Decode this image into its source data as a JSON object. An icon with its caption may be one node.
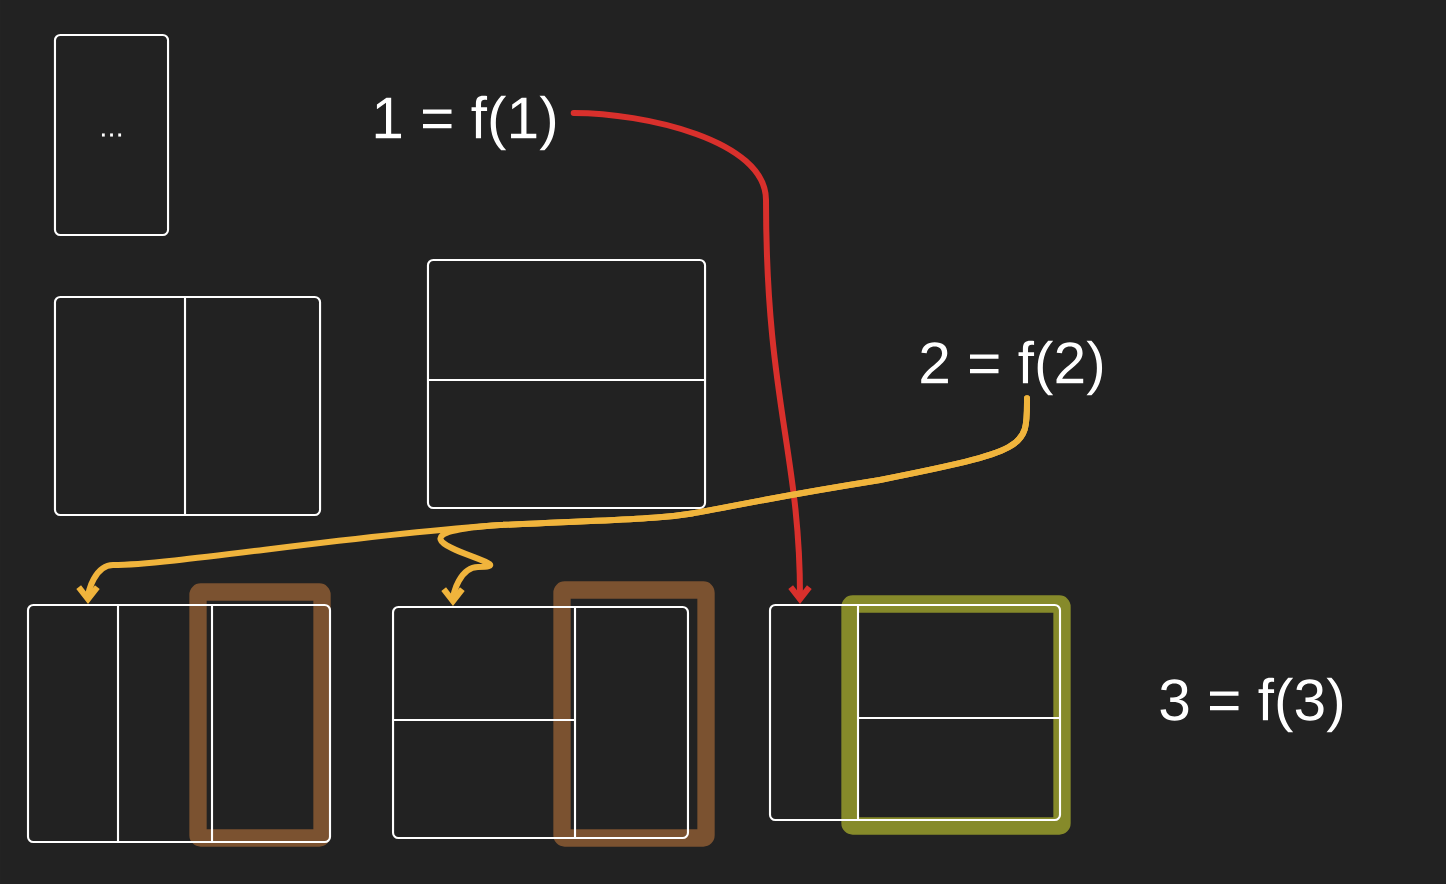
{
  "diagram": {
    "nodes": [
      {
        "text": [
          "1 = f(1)"
        ]
      },
      {
        "text": [
          "2 = f(2)"
        ]
      },
      {
        "text": [
          "3 = f(3)"
        ]
      },
      {
        "text": [
          "..."
        ]
      },
      {
        "text": [],
        "shape": "box"
      },
      {
        "text": [],
        "shape": "box"
      },
      {
        "text": [],
        "shape": "box"
      },
      {
        "text": [],
        "shape": "box"
      },
      {
        "text": [],
        "shape": "box"
      }
    ],
    "edges": [
      {
        "from": 0,
        "to": 8,
        "arrow": "to",
        "color": "#d9302c"
      },
      {
        "from": 1,
        "to": 6,
        "arrow": "to",
        "color": "#f0b43c"
      },
      {
        "from": 1,
        "to": 7,
        "arrow": "to",
        "color": "#f0b43c"
      }
    ]
  }
}
